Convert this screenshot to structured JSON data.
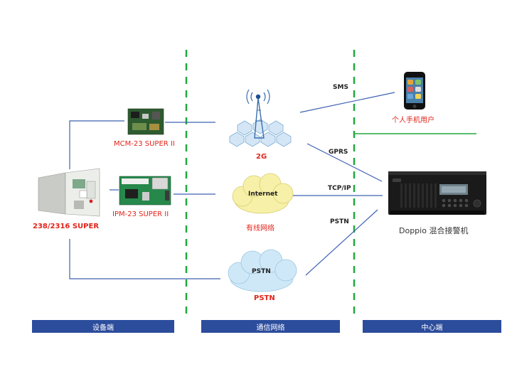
{
  "colors": {
    "accent_blue": "#2c4c9c",
    "line_blue": "#3e61b0",
    "divider_green": "#21a83f",
    "label_red": "#e1251b",
    "cloud_yellow": "#f7f0a8",
    "cloud_blue": "#cfe8f7",
    "hex_blue": "#d4e6f6"
  },
  "devices": {
    "panel": {
      "label": "238/2316 SUPER",
      "icon": "alarm-panel-icon"
    },
    "mcm": {
      "label": "MCM-23 SUPER II",
      "icon": "circuit-board-icon"
    },
    "ipm": {
      "label": "IPM-23 SUPER II",
      "icon": "circuit-board-icon"
    }
  },
  "network": {
    "g2": {
      "label": "2G",
      "icon": "cell-tower-icon"
    },
    "internet": {
      "cloud_text": "Internet",
      "label": "有线网络"
    },
    "pstn": {
      "cloud_text": "PSTN",
      "label": "PSTN"
    }
  },
  "links": {
    "sms": "SMS",
    "gprs": "GPRS",
    "tcpip": "TCP/IP",
    "pstn": "PSTN"
  },
  "center": {
    "phone_label": "个人手机用户",
    "receiver_label": "Doppio 混合接警机",
    "phone_icon": "smartphone-icon",
    "receiver_icon": "alarm-receiver-icon"
  },
  "zones": {
    "device": "设备端",
    "network": "通信网络",
    "center": "中心端"
  }
}
